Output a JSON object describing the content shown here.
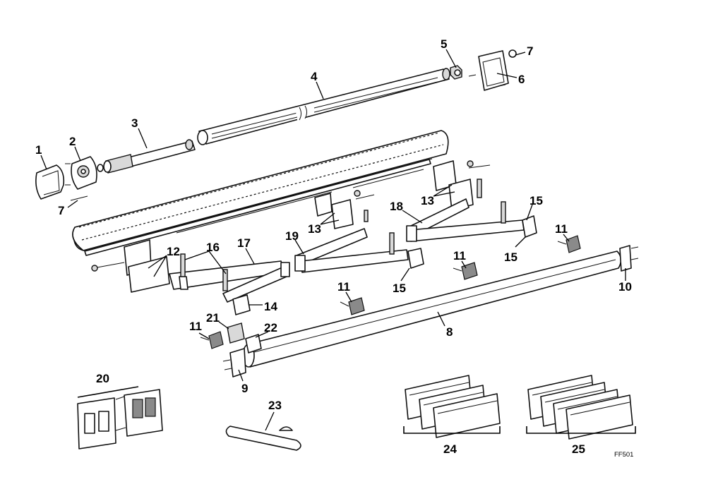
{
  "callouts": [
    {
      "id": "c1",
      "text": "1"
    },
    {
      "id": "c2",
      "text": "2"
    },
    {
      "id": "c3",
      "text": "3"
    },
    {
      "id": "c4",
      "text": "4"
    },
    {
      "id": "c5",
      "text": "5"
    },
    {
      "id": "c6",
      "text": "6"
    },
    {
      "id": "c7a",
      "text": "7"
    },
    {
      "id": "c7b",
      "text": "7"
    },
    {
      "id": "c8",
      "text": "8"
    },
    {
      "id": "c9",
      "text": "9"
    },
    {
      "id": "c10",
      "text": "10"
    },
    {
      "id": "c11a",
      "text": "11"
    },
    {
      "id": "c11b",
      "text": "11"
    },
    {
      "id": "c11c",
      "text": "11"
    },
    {
      "id": "c11d",
      "text": "11"
    },
    {
      "id": "c12",
      "text": "12"
    },
    {
      "id": "c13a",
      "text": "13"
    },
    {
      "id": "c13b",
      "text": "13"
    },
    {
      "id": "c14",
      "text": "14"
    },
    {
      "id": "c15a",
      "text": "15"
    },
    {
      "id": "c15b",
      "text": "15"
    },
    {
      "id": "c15c",
      "text": "15"
    },
    {
      "id": "c16",
      "text": "16"
    },
    {
      "id": "c17",
      "text": "17"
    },
    {
      "id": "c18",
      "text": "18"
    },
    {
      "id": "c19",
      "text": "19"
    },
    {
      "id": "c20",
      "text": "20"
    },
    {
      "id": "c21",
      "text": "21"
    },
    {
      "id": "c22",
      "text": "22"
    },
    {
      "id": "c23",
      "text": "23"
    },
    {
      "id": "c24",
      "text": "24"
    },
    {
      "id": "c25",
      "text": "25"
    }
  ],
  "figure_code": "FF501",
  "colors": {
    "line": "#111111",
    "fill": "#ffffff",
    "shade": "#d9d9d9",
    "dark": "#8a8a8a"
  }
}
